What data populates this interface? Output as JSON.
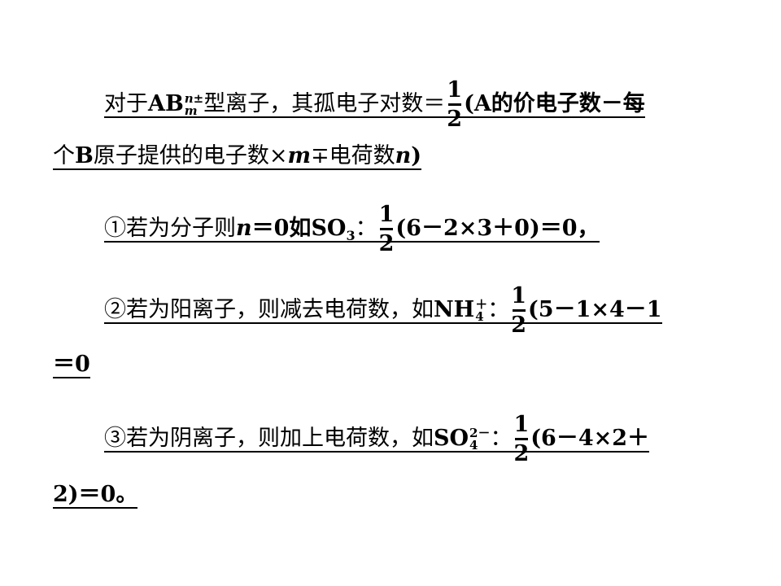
{
  "line1": {
    "pre": "对于",
    "ab": "AB",
    "sup_n": "n±",
    "sub_m": "m",
    "type": "型离子，其孤电子对数＝",
    "frac_num": "1",
    "frac_den": "2",
    "post": "(A的价电子数－每"
  },
  "line2": {
    "pre": "个",
    "b": "B",
    "mid": "原子提供的电子数×",
    "m": "m",
    "mp": "∓电荷数",
    "n": "n",
    "close": ")"
  },
  "item1": {
    "marker": "①若为分子则",
    "n": "n",
    "eq": "＝0如",
    "so": "SO",
    "sub3": "3",
    "colon": "：",
    "frac_num": "1",
    "frac_den": "2",
    "expr": "(6－2×3＋0)＝0，"
  },
  "item2": {
    "marker": "②若为阳离子，则减去电荷数，如",
    "nh": "NH",
    "sup": "＋",
    "sub": "4",
    "colon": "：",
    "frac_num": "1",
    "frac_den": "2",
    "expr": "(5－1×4－1",
    "cont": "＝0"
  },
  "item3": {
    "marker": "③若为阴离子，则加上电荷数，如",
    "so": "SO",
    "sup": "2－",
    "sub": "4",
    "colon": "：",
    "frac_num": "1",
    "frac_den": "2",
    "expr": "(6－4×2＋",
    "cont": "2)＝0。"
  }
}
